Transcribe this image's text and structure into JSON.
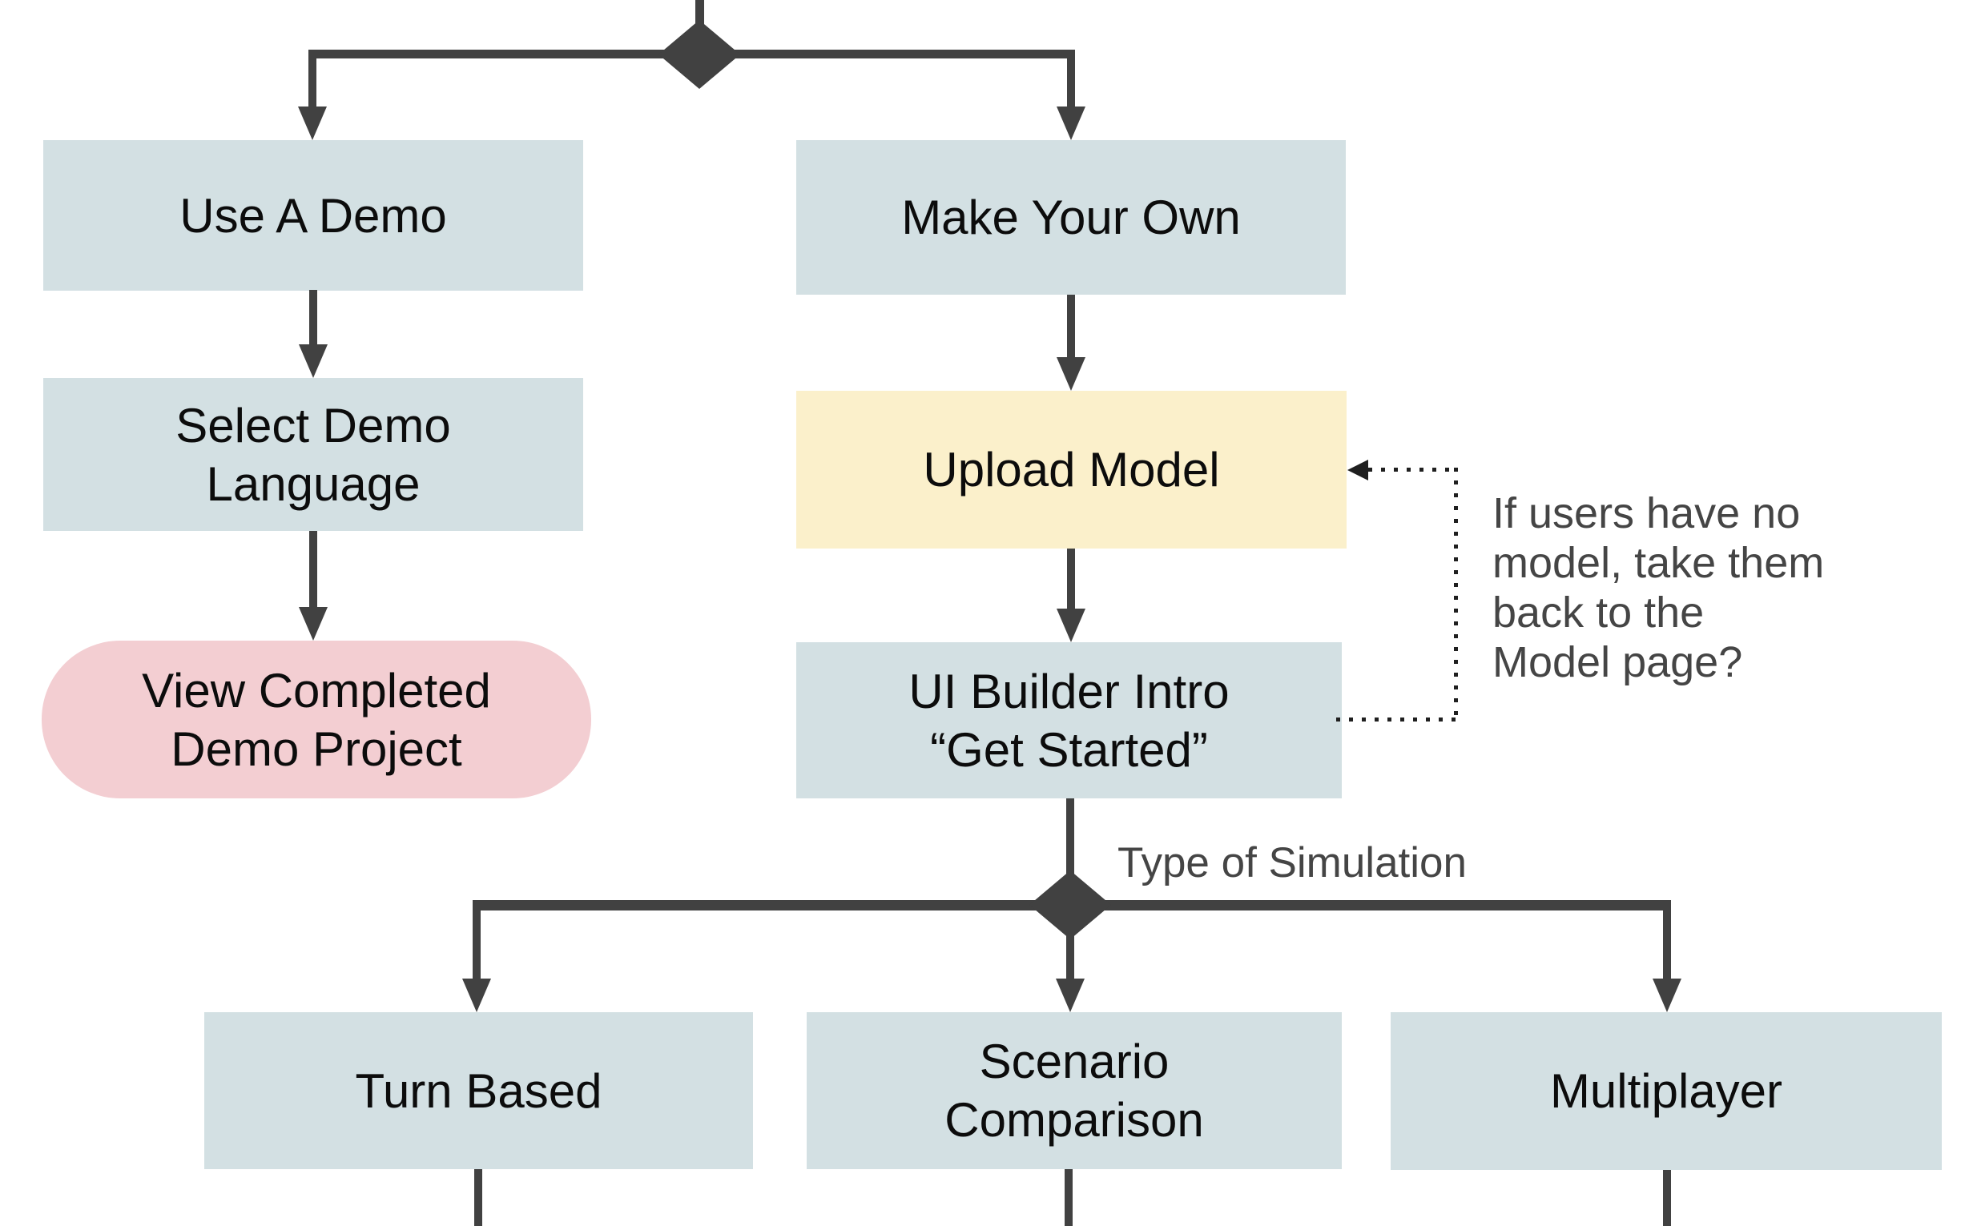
{
  "flowchart": {
    "colors": {
      "process_fill": "#d3e0e3",
      "highlight_fill": "#fbf0cb",
      "terminator_fill": "#f3ced2",
      "connector": "#414141",
      "label_text": "#0c0c0c",
      "note_text": "#454545"
    },
    "nodes": {
      "use_a_demo": {
        "label": "Use A Demo",
        "lines": [
          "Use A Demo"
        ]
      },
      "make_your_own": {
        "label": "Make Your Own",
        "lines": [
          "Make Your Own"
        ]
      },
      "select_demo_language": {
        "label": "Select Demo Language",
        "lines": [
          "Select Demo",
          "Language"
        ]
      },
      "upload_model": {
        "label": "Upload Model",
        "lines": [
          "Upload Model"
        ]
      },
      "view_completed_demo_project": {
        "label": "View Completed Demo Project",
        "lines": [
          "View Completed",
          "Demo Project"
        ]
      },
      "ui_builder_intro": {
        "label": "UI Builder Intro “Get Started”",
        "lines": [
          "UI Builder Intro",
          "“Get Started”"
        ]
      },
      "turn_based": {
        "label": "Turn Based",
        "lines": [
          "Turn Based"
        ]
      },
      "scenario_comparison": {
        "label": "Scenario Comparison",
        "lines": [
          "Scenario",
          "Comparison"
        ]
      },
      "multiplayer": {
        "label": "Multiplayer",
        "lines": [
          "Multiplayer"
        ]
      }
    },
    "branch_label": "Type of Simulation",
    "annotation": {
      "text": "If users have no model, take them back to the Model page?",
      "lines": [
        "If users have no",
        "model, take them",
        "back to the",
        "Model page?"
      ]
    }
  }
}
